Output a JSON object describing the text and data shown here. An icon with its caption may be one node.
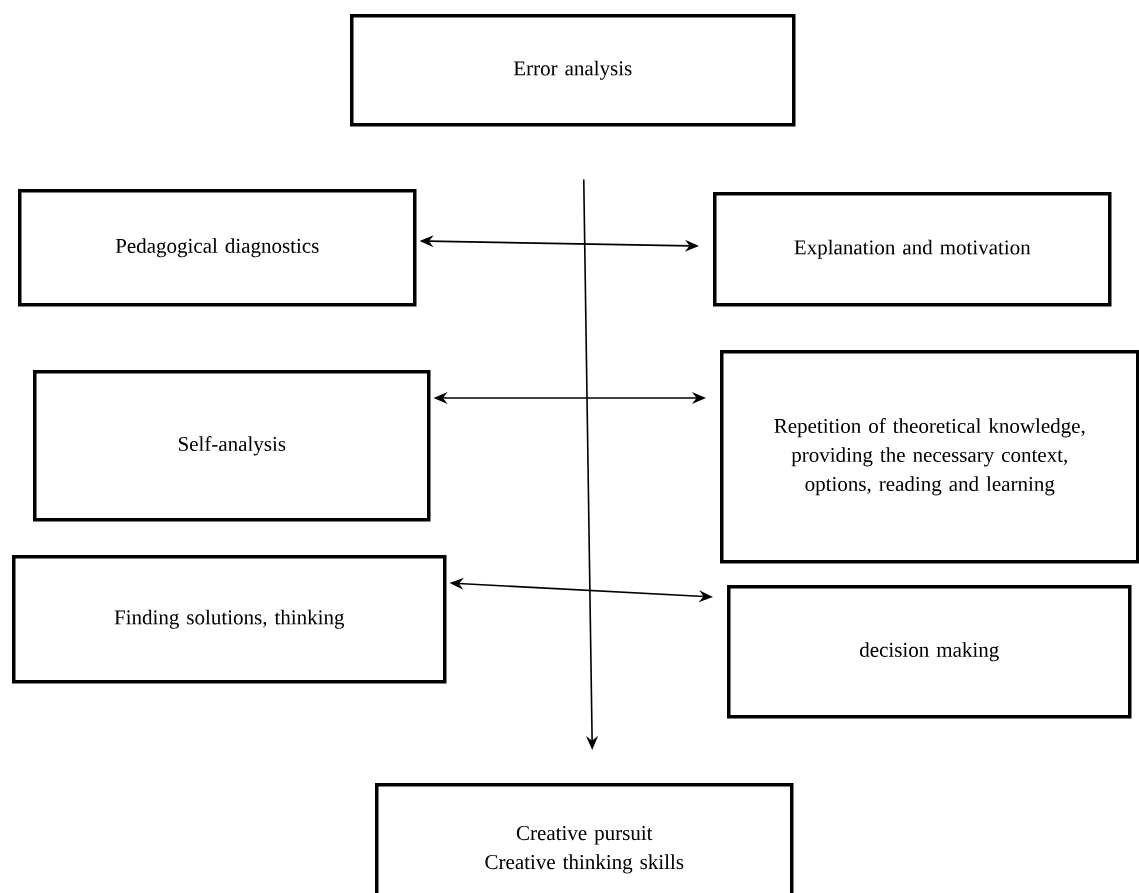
{
  "diagram": {
    "nodes": [
      {
        "text": [
          "Error analysis"
        ]
      },
      {
        "text": [
          "Pedagogical diagnostics"
        ]
      },
      {
        "text": [
          "Explanation and motivation"
        ]
      },
      {
        "text": [
          "Self-analysis"
        ]
      },
      {
        "text": [
          "Repetition of theoretical knowledge, providing the necessary context, options, reading and learning"
        ]
      },
      {
        "text": [
          "Finding solutions, thinking"
        ]
      },
      {
        "text": [
          "decision making"
        ]
      },
      {
        "text": [
          "Creative pursuit",
          "Creative thinking skills"
        ]
      }
    ],
    "edges": [
      {
        "from": 0,
        "to": 7,
        "arrow": "to"
      },
      {
        "from": 1,
        "to": 2,
        "arrow": "both"
      },
      {
        "from": 3,
        "to": 4,
        "arrow": "both"
      },
      {
        "from": 5,
        "to": 6,
        "arrow": "both"
      }
    ]
  }
}
